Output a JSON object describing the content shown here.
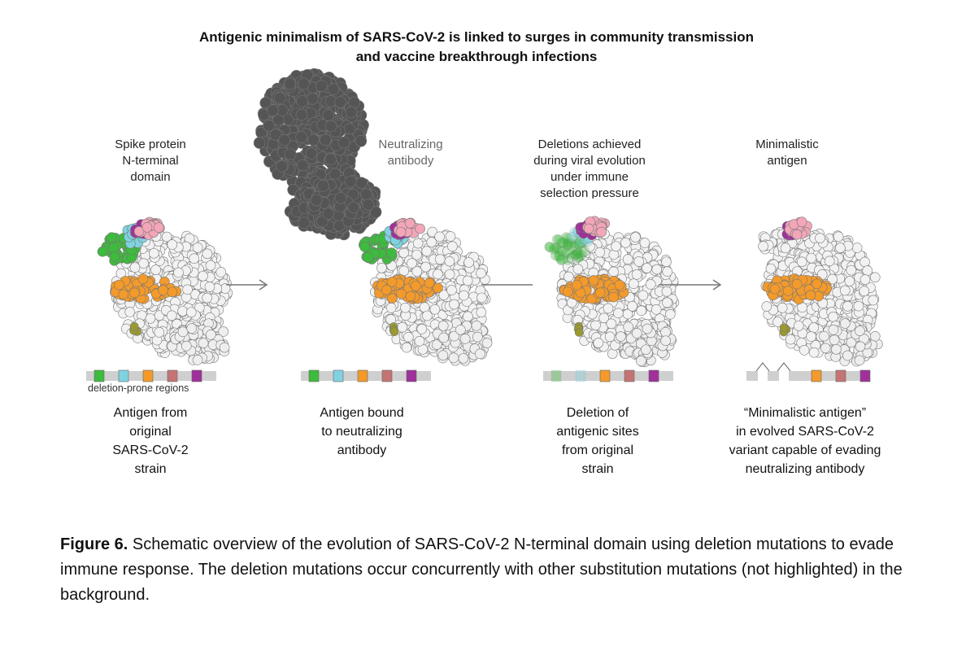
{
  "title_line1": "Antigenic minimalism of SARS-CoV-2 is linked to surges in community transmission",
  "title_line2": "and vaccine breakthrough infections",
  "top_labels": {
    "spike": [
      "Spike protein",
      "N-terminal",
      "domain"
    ],
    "antibody": [
      "Neutralizing",
      "antibody"
    ],
    "deletions": [
      "Deletions achieved",
      "during viral evolution",
      "under immune",
      "selection pressure"
    ],
    "minimal": [
      "Minimalistic",
      "antigen"
    ]
  },
  "deletion_prone_label": "deletion-prone regions",
  "bottom_labels": {
    "p1": [
      "Antigen from",
      "original",
      "SARS-CoV-2",
      "strain"
    ],
    "p2": [
      "Antigen bound",
      "to neutralizing",
      "antibody"
    ],
    "p3": [
      "Deletion of",
      "antigenic sites",
      "from original",
      "strain"
    ],
    "p4": [
      "“Minimalistic antigen”",
      "in evolved SARS-CoV-2",
      "variant capable of evading",
      "neutralizing antibody"
    ]
  },
  "region_colors": {
    "green": "#3dbb3d",
    "cyan": "#7fd3e0",
    "orange": "#f39a2b",
    "rose": "#c47474",
    "magenta": "#a0309a",
    "bar": "#cfcfcf",
    "antibody": "#555555"
  },
  "caption": {
    "figure": "Figure 6.",
    "text": " Schematic overview of the evolution of SARS-CoV-2 N-terminal domain using deletion mutations to evade immune response. The deletion mutations occur concurrently with other substitution mutations (not highlighted) in the background."
  }
}
